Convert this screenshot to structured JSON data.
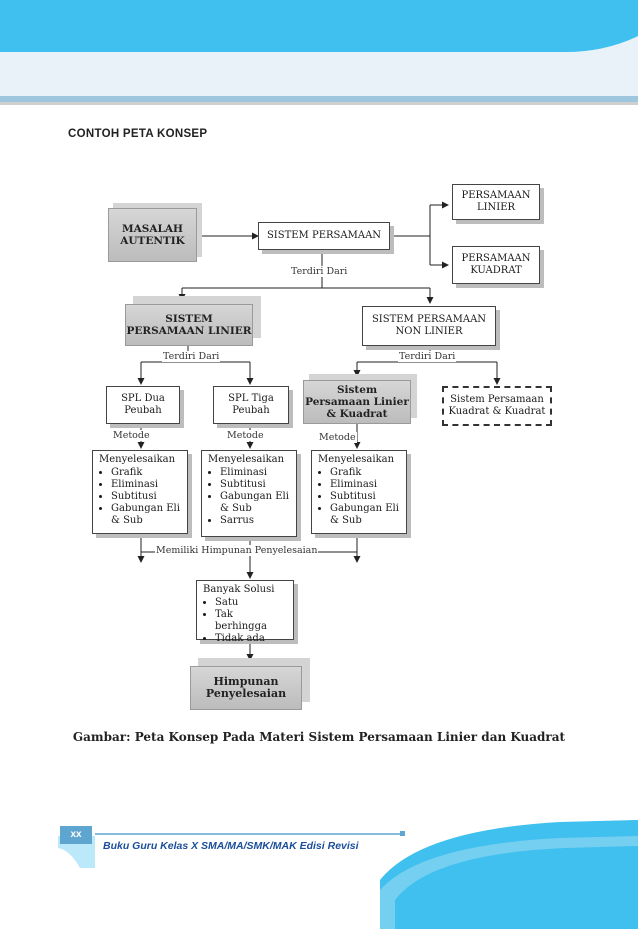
{
  "section_title": "CONTOH PETA KONSEP",
  "nodes": {
    "masalah": "MASALAH AUTENTIK",
    "sistem": "SISTEM PERSAMAAN",
    "pers_linier": "PERSAMAAN LINIER",
    "pers_kuadrat": "PERSAMAAN KUADRAT",
    "spl": "SISTEM PERSAMAAN LINIER",
    "spnl": "SISTEM PERSAMAAN NON LINIER",
    "spl_dua": "SPL Dua Peubah",
    "spl_tiga": "SPL Tiga Peubah",
    "sp_lk": "Sistem Persamaan Linier & Kuadrat",
    "sp_kk": "Sistem Persamaan Kuadrat & Kuadrat",
    "banyak_solusi": "Banyak Solusi",
    "himpunan": "Himpunan Penyelesaian"
  },
  "lists": {
    "dua": {
      "title": "Menyelesaikan",
      "items": [
        "Grafik",
        "Eliminasi",
        "Subtitusi",
        "Gabungan Eli & Sub"
      ]
    },
    "tiga": {
      "title": "Menyelesaikan",
      "items": [
        "Eliminasi",
        "Subtitusi",
        "Gabungan Eli & Sub",
        "Sarrus"
      ]
    },
    "lk": {
      "title": "Menyelesaikan",
      "items": [
        "Grafik",
        "Eliminasi",
        "Subtitusi",
        "Gabungan Eli & Sub"
      ]
    },
    "solusi": {
      "items": [
        "Satu",
        "Tak berhingga",
        "Tidak ada"
      ]
    }
  },
  "labels": {
    "terdiri1": "Terdiri Dari",
    "terdiri2": "Terdiri Dari",
    "terdiri3": "Terdiri Dari",
    "metode1": "Metode",
    "metode2": "Metode",
    "metode3": "Metode",
    "memiliki": "Memiliki Himpunan Penyelesaian"
  },
  "caption": "Gambar: Peta Konsep Pada Materi Sistem Persamaan Linier dan Kuadrat",
  "footer": {
    "page": "xx",
    "text": "Buku Guru Kelas X SMA/MA/SMK/MAK Edisi Revisi"
  },
  "colors": {
    "header_blue": "#3fc0ee",
    "footer_blue": "#3fc0ee",
    "badge": "#5ea6cf"
  }
}
